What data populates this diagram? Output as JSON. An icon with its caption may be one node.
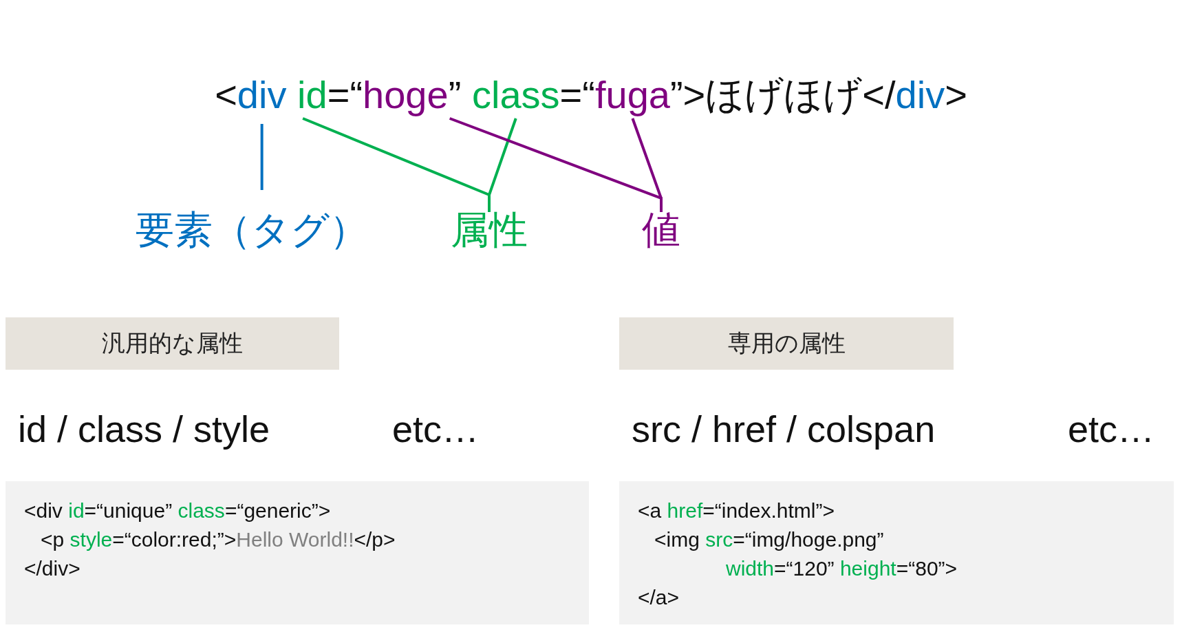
{
  "diagram": {
    "nodes": [
      {
        "text": [
          "div"
        ]
      },
      {
        "text": [
          "id"
        ]
      },
      {
        "text": [
          "hoge"
        ]
      },
      {
        "text": [
          "class"
        ]
      },
      {
        "text": [
          "fuga"
        ]
      },
      {
        "text": [
          "要素（タグ）"
        ]
      },
      {
        "text": [
          "属性"
        ]
      },
      {
        "text": [
          "値"
        ]
      },
      {
        "text": [
          "汎用的な属性"
        ]
      },
      {
        "text": [
          "専用の属性"
        ]
      },
      {
        "text": [
          "<div id=“unique” class=“generic”>",
          "<p style=“color:red;”>Hello World!!</p>",
          "</div>"
        ]
      },
      {
        "text": [
          "<a href=“index.html”>",
          "<img src=“img/hoge.png”",
          "width=“120” height=“80”>",
          "</a>"
        ]
      }
    ],
    "edges": [
      {
        "from": 5,
        "to": 0,
        "arrow": "none",
        "color": "#0070c0"
      },
      {
        "from": 6,
        "to": 1,
        "arrow": "none",
        "color": "#00b050"
      },
      {
        "from": 6,
        "to": 3,
        "arrow": "none",
        "color": "#00b050"
      },
      {
        "from": 7,
        "to": 2,
        "arrow": "none",
        "color": "#7f007f"
      },
      {
        "from": 7,
        "to": 4,
        "arrow": "none",
        "color": "#7f007f"
      }
    ],
    "labels": [
      "<",
      "=“",
      "”",
      "=“",
      "”>ほげほげ</",
      "div",
      ">",
      "id / class / style",
      "etc…",
      "src / href / colspan",
      "etc…"
    ]
  }
}
